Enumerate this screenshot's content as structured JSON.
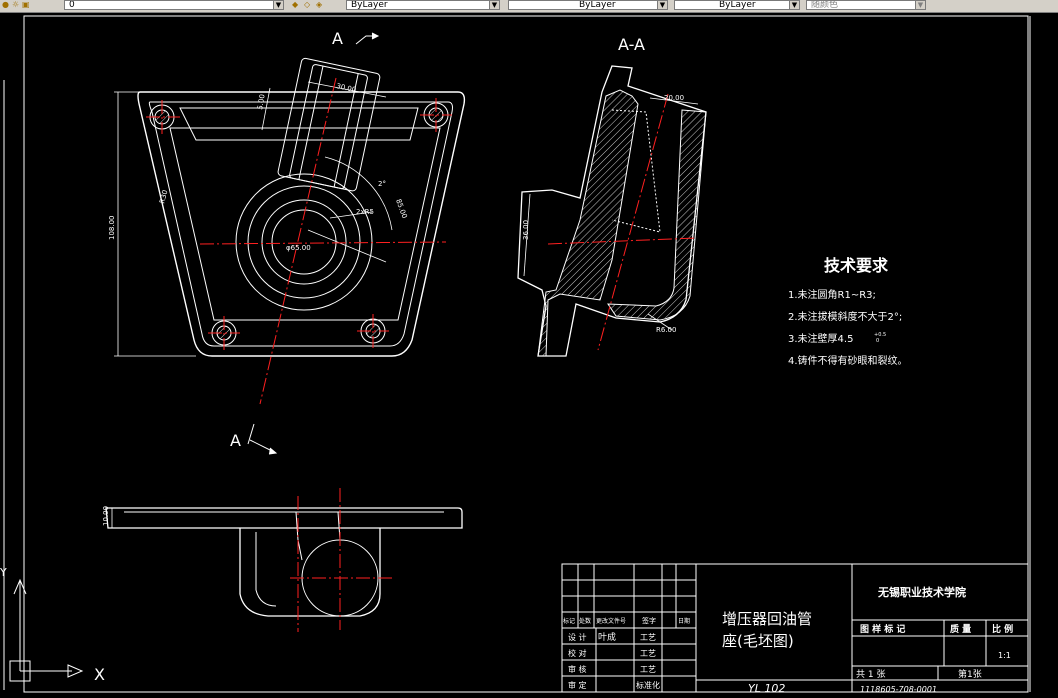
{
  "toolbar": {
    "layer_value": "0",
    "color_value": "ByLayer",
    "linetype_value": "ByLayer",
    "lineweight_value": "ByLayer",
    "plotstyle_value": "随颜色"
  },
  "views": {
    "section_mark_top": "A",
    "section_mark_bottom": "A",
    "section_title": "A-A"
  },
  "dims": {
    "width_30": "30.00",
    "thick_5": "5.00",
    "angle_2": "2°",
    "r85": "85.00",
    "r2": "2xR5",
    "dia": "φ65.00",
    "height_108": "108.00",
    "r_side": "R30",
    "sec_top": "20.00",
    "sec_left": "36.00",
    "sec_r": "R6.00",
    "bottom_left": "10.00"
  },
  "notes": {
    "title": "技术要求",
    "items": [
      "1.未注圆角R1~R3;",
      "2.未注拔模斜度不大于2°;",
      "3.未注壁厚4.5",
      "4.铸件不得有砂眼和裂纹。"
    ],
    "tolerance_upper": "+0.5",
    "tolerance_lower": "0"
  },
  "title_block": {
    "part_name_line1": "增压器回油管",
    "part_name_line2": "座(毛坯图)",
    "school": "无锡职业技术学院",
    "drawing_no": "YL 102",
    "stage_mark_label": "图 样 标 记",
    "weight_label": "质 量",
    "scale_label": "比 例",
    "scale_value": "1:1",
    "total_sheets": "共 1 张",
    "sheet_no": "第1张",
    "code": "1118605-708-0001",
    "header_cells": [
      "标记",
      "处数",
      "更改文件号",
      "签字",
      "日期"
    ],
    "rows": [
      {
        "role": "设 计",
        "name": "叶成",
        "process": "工艺"
      },
      {
        "role": "校 对",
        "name": "",
        "process": "工艺"
      },
      {
        "role": "审 核",
        "name": "",
        "process": "工艺"
      },
      {
        "role": "审 定",
        "name": "",
        "process": "标准化"
      }
    ]
  },
  "ucs": {
    "x_label": "X",
    "y_label": "Y"
  },
  "colors": {
    "background": "#000000",
    "lines": "#ffffff",
    "centerline": "#ff2020"
  }
}
